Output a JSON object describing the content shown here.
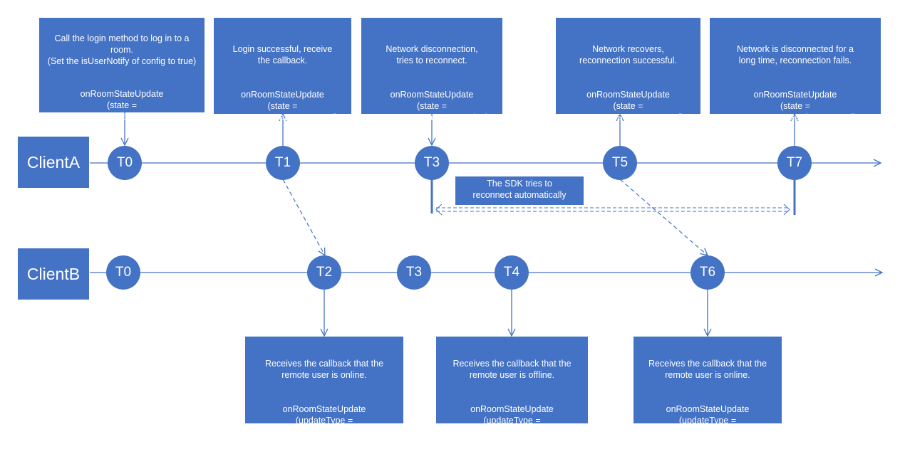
{
  "clients": {
    "a": "ClientA",
    "b": "ClientB"
  },
  "nodes_a": [
    "T0",
    "T1",
    "T3",
    "T5",
    "T7"
  ],
  "nodes_b": [
    "T0",
    "T2",
    "T3",
    "T4",
    "T6"
  ],
  "boxes_a": [
    {
      "caption": "Call the login method to log in to a room.\n(Set the isUserNotify of config to true)",
      "code": "onRoomStateUpdate\n(state =\nZegoRoomStateConnecting)"
    },
    {
      "caption": "Login successful, receive\nthe callback.",
      "code": "onRoomStateUpdate\n(state =\nZegoRoomStateConnected)"
    },
    {
      "caption": "Network disconnection,\ntries to reconnect.",
      "code": "onRoomStateUpdate\n(state =\nZegoRoomStateConnecting)"
    },
    {
      "caption": "Network recovers,\nreconnection successful.",
      "code": "onRoomStateUpdate\n(state =\nZegoRoomStateConnected)"
    },
    {
      "caption": "Network is disconnected for a\nlong time, reconnection fails.",
      "code": "onRoomStateUpdate\n(state =\nZegoRoomStateDisconnected)"
    }
  ],
  "boxes_b": [
    {
      "caption": "Receives the callback that the\nremote user is online.",
      "code": "onRoomStateUpdate\n(updateType =\nZegoUpdateTypeAdd)"
    },
    {
      "caption": "Receives the callback that the\nremote user is offline.",
      "code": "onRoomStateUpdate\n(updateType =\nZegoUpdateTypeDelete)"
    },
    {
      "caption": "Receives the callback that the\nremote user is online.",
      "code": "onRoomStateUpdate\n(updateType =\nZegoUpdateTypeAdd)"
    }
  ],
  "reconnect_note": "The SDK tries to\nreconnect automatically",
  "colors": {
    "fill": "#4472c4",
    "line": "#4472c4",
    "text": "#ffffff"
  }
}
